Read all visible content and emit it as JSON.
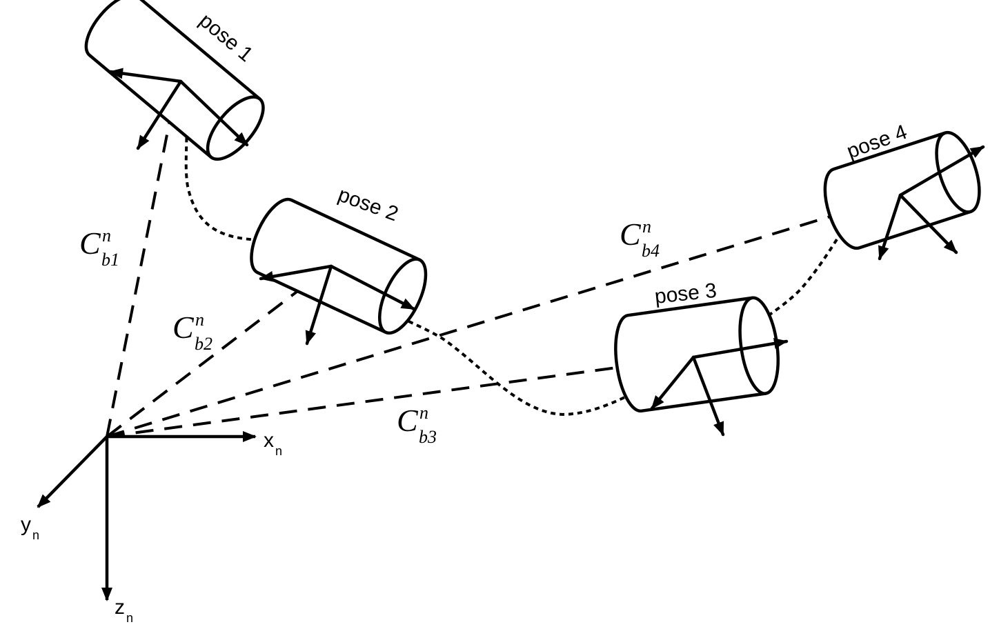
{
  "poses": [
    {
      "label": "pose 1"
    },
    {
      "label": "pose 2"
    },
    {
      "label": "pose 3"
    },
    {
      "label": "pose 4"
    }
  ],
  "dcm_labels": [
    {
      "letter": "C",
      "sup": "n",
      "sub": "b1"
    },
    {
      "letter": "C",
      "sup": "n",
      "sub": "b2"
    },
    {
      "letter": "C",
      "sup": "n",
      "sub": "b3"
    },
    {
      "letter": "C",
      "sup": "n",
      "sub": "b4"
    }
  ],
  "axes": {
    "x": {
      "letter": "x",
      "sub": "n"
    },
    "y": {
      "letter": "y",
      "sub": "n"
    },
    "z": {
      "letter": "z",
      "sub": "n"
    }
  }
}
